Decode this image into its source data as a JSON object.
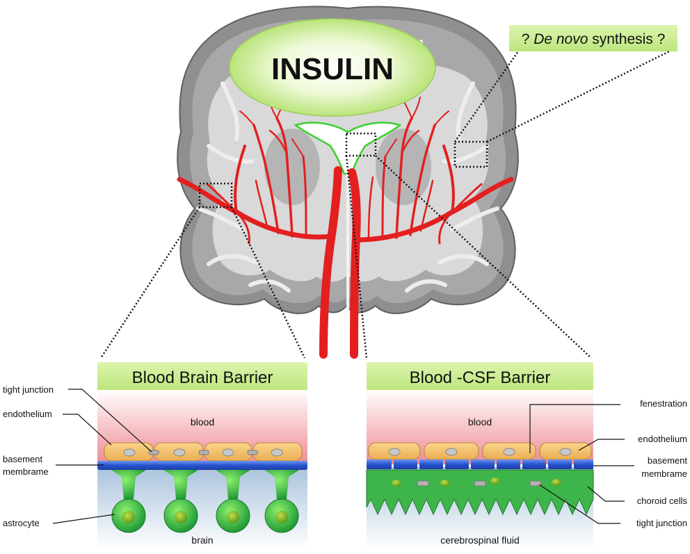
{
  "title": "INSULIN",
  "synthesis": {
    "prefix": "? ",
    "italic": "De novo",
    "suffix": " synthesis ?"
  },
  "bbb": {
    "title": "Blood Brain Barrier",
    "blood": "blood",
    "brain": "brain",
    "tight_junction": "tight junction",
    "endothelium": "endothelium",
    "basement_1": "basement",
    "basement_2": "membrame",
    "astrocyte": "astrocyte"
  },
  "bcsf": {
    "title": "Blood -CSF Barrier",
    "blood": "blood",
    "fluid": "cerebrospinal fluid",
    "fenestration": "fenestration",
    "endothelium": "endothelium",
    "basement_1": "basement",
    "basement_2": "membrame",
    "choroid": "choroid cells",
    "tight_junction": "tight junction"
  },
  "colors": {
    "banner": "#c8ec8c",
    "vessel": "#e31f1f",
    "cortex": "#8f8f8f",
    "white_matter": "#dcdcdc",
    "endothelium": "#f7c66e",
    "membrane": "#2d5fd9",
    "astrocyte": "#37c34f",
    "choroid": "#3db54a",
    "ventricle_outline": "#3ccf2e"
  }
}
